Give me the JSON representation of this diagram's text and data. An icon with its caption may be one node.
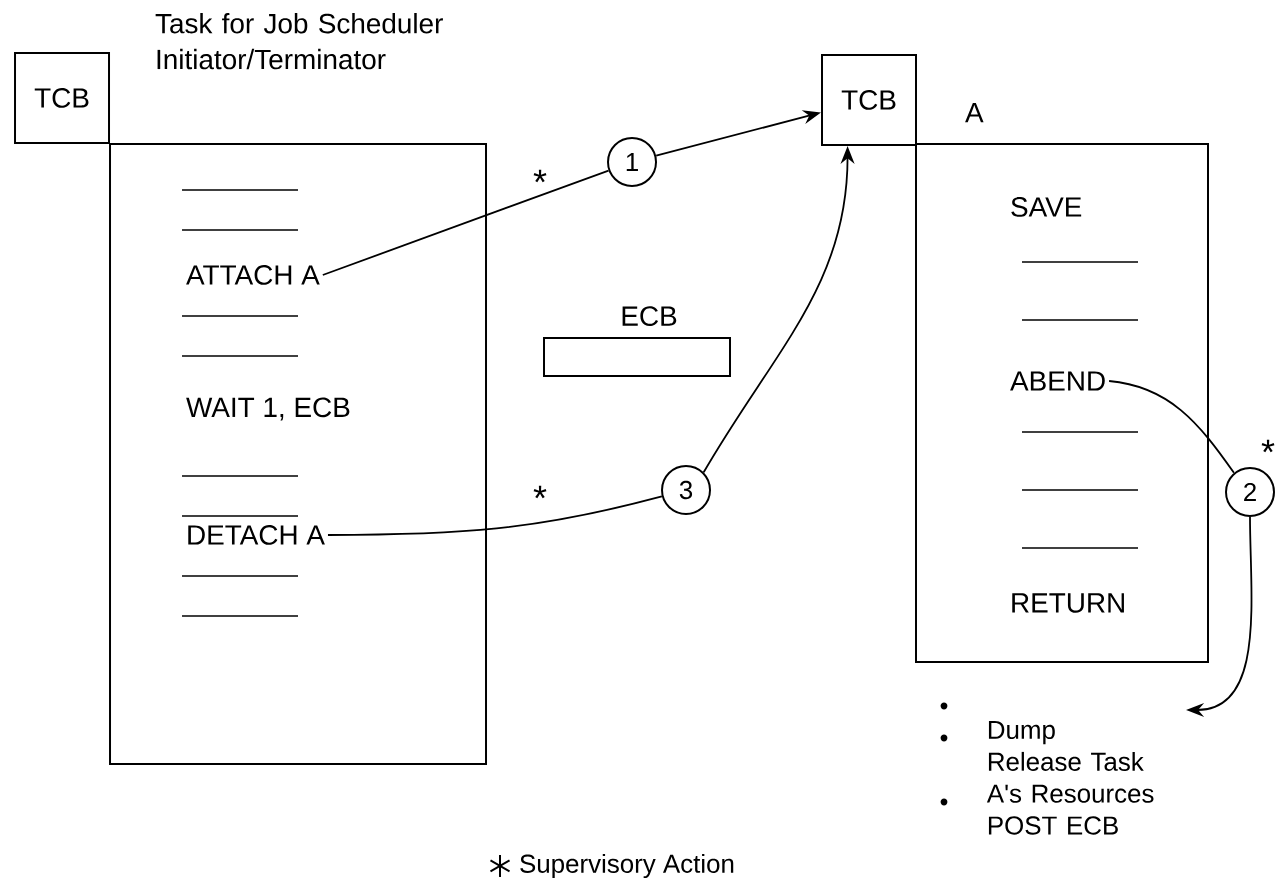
{
  "diagram": {
    "nodes": [
      {
        "text": [
          "Task for Job Scheduler Initiator/Terminator"
        ]
      },
      {
        "text": [
          "TCB"
        ]
      },
      {
        "text": [
          "ATTACH A"
        ],
        "in": 0
      },
      {
        "text": [
          "WAIT 1, ECB"
        ],
        "in": 0
      },
      {
        "text": [
          "DETACH A"
        ],
        "in": 0
      },
      {
        "text": [
          "ECB"
        ]
      },
      {
        "text": [
          "1"
        ],
        "beside": [
          "*"
        ]
      },
      {
        "text": [
          "3"
        ],
        "beside": [
          "*"
        ]
      },
      {
        "text": [
          "TCB"
        ]
      },
      {
        "text": [
          "A"
        ]
      },
      {
        "text": [
          "SAVE"
        ],
        "in": 9
      },
      {
        "text": [
          "ABEND"
        ],
        "in": 9
      },
      {
        "text": [
          "RETURN"
        ],
        "in": 9
      },
      {
        "text": [
          "2"
        ],
        "beside": [
          "*"
        ]
      },
      {
        "text": [
          "Dump",
          "Release Task A's Resources",
          "POST ECB"
        ]
      }
    ],
    "edges": [
      {
        "from": 2,
        "to": 6,
        "arrow": "none"
      },
      {
        "from": 6,
        "to": 8,
        "arrow": "to"
      },
      {
        "from": 4,
        "to": 7,
        "arrow": "none"
      },
      {
        "from": 7,
        "to": 8,
        "arrow": "to"
      },
      {
        "from": 11,
        "to": 13,
        "arrow": "none"
      },
      {
        "from": 13,
        "to": 14,
        "arrow": "to"
      }
    ],
    "legend": [
      {
        "text": "Supervisory Action"
      }
    ]
  }
}
